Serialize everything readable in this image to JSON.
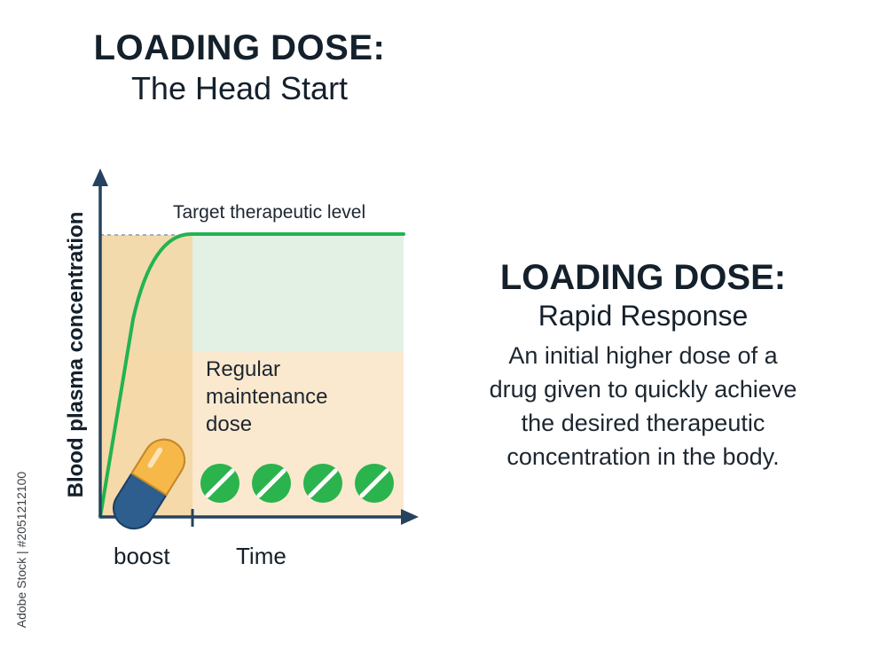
{
  "title": {
    "main": "LOADING DOSE:",
    "sub": "The Head Start"
  },
  "right": {
    "main": "LOADING DOSE:",
    "sub": "Rapid Response",
    "description_lines": [
      "An initial higher dose of a",
      "drug given to quickly achieve",
      "the desired therapeutic",
      "concentration in the body."
    ]
  },
  "diagram": {
    "y_axis_label": "Blood plasma concentration",
    "target_label": "Target therapeutic level",
    "maintenance_label_lines": [
      "Regular",
      "maintenance",
      "dose"
    ],
    "x_labels": {
      "boost": "boost",
      "time": "Time"
    },
    "pill_icons": [
      "capsule-icon",
      "tablet-icon",
      "tablet-icon",
      "tablet-icon",
      "tablet-icon"
    ]
  },
  "colors": {
    "axis": "#26425e",
    "curve": "#22b352",
    "target_band": "#e3f1e5",
    "maintenance_band": "#fbe9cf",
    "boost_band": "#f5d6a2",
    "capsule_dark": "#2d5e8e",
    "capsule_light": "#f7b84a",
    "tablet": "#2bb34e"
  },
  "credit": "Adobe Stock | #2051212100"
}
